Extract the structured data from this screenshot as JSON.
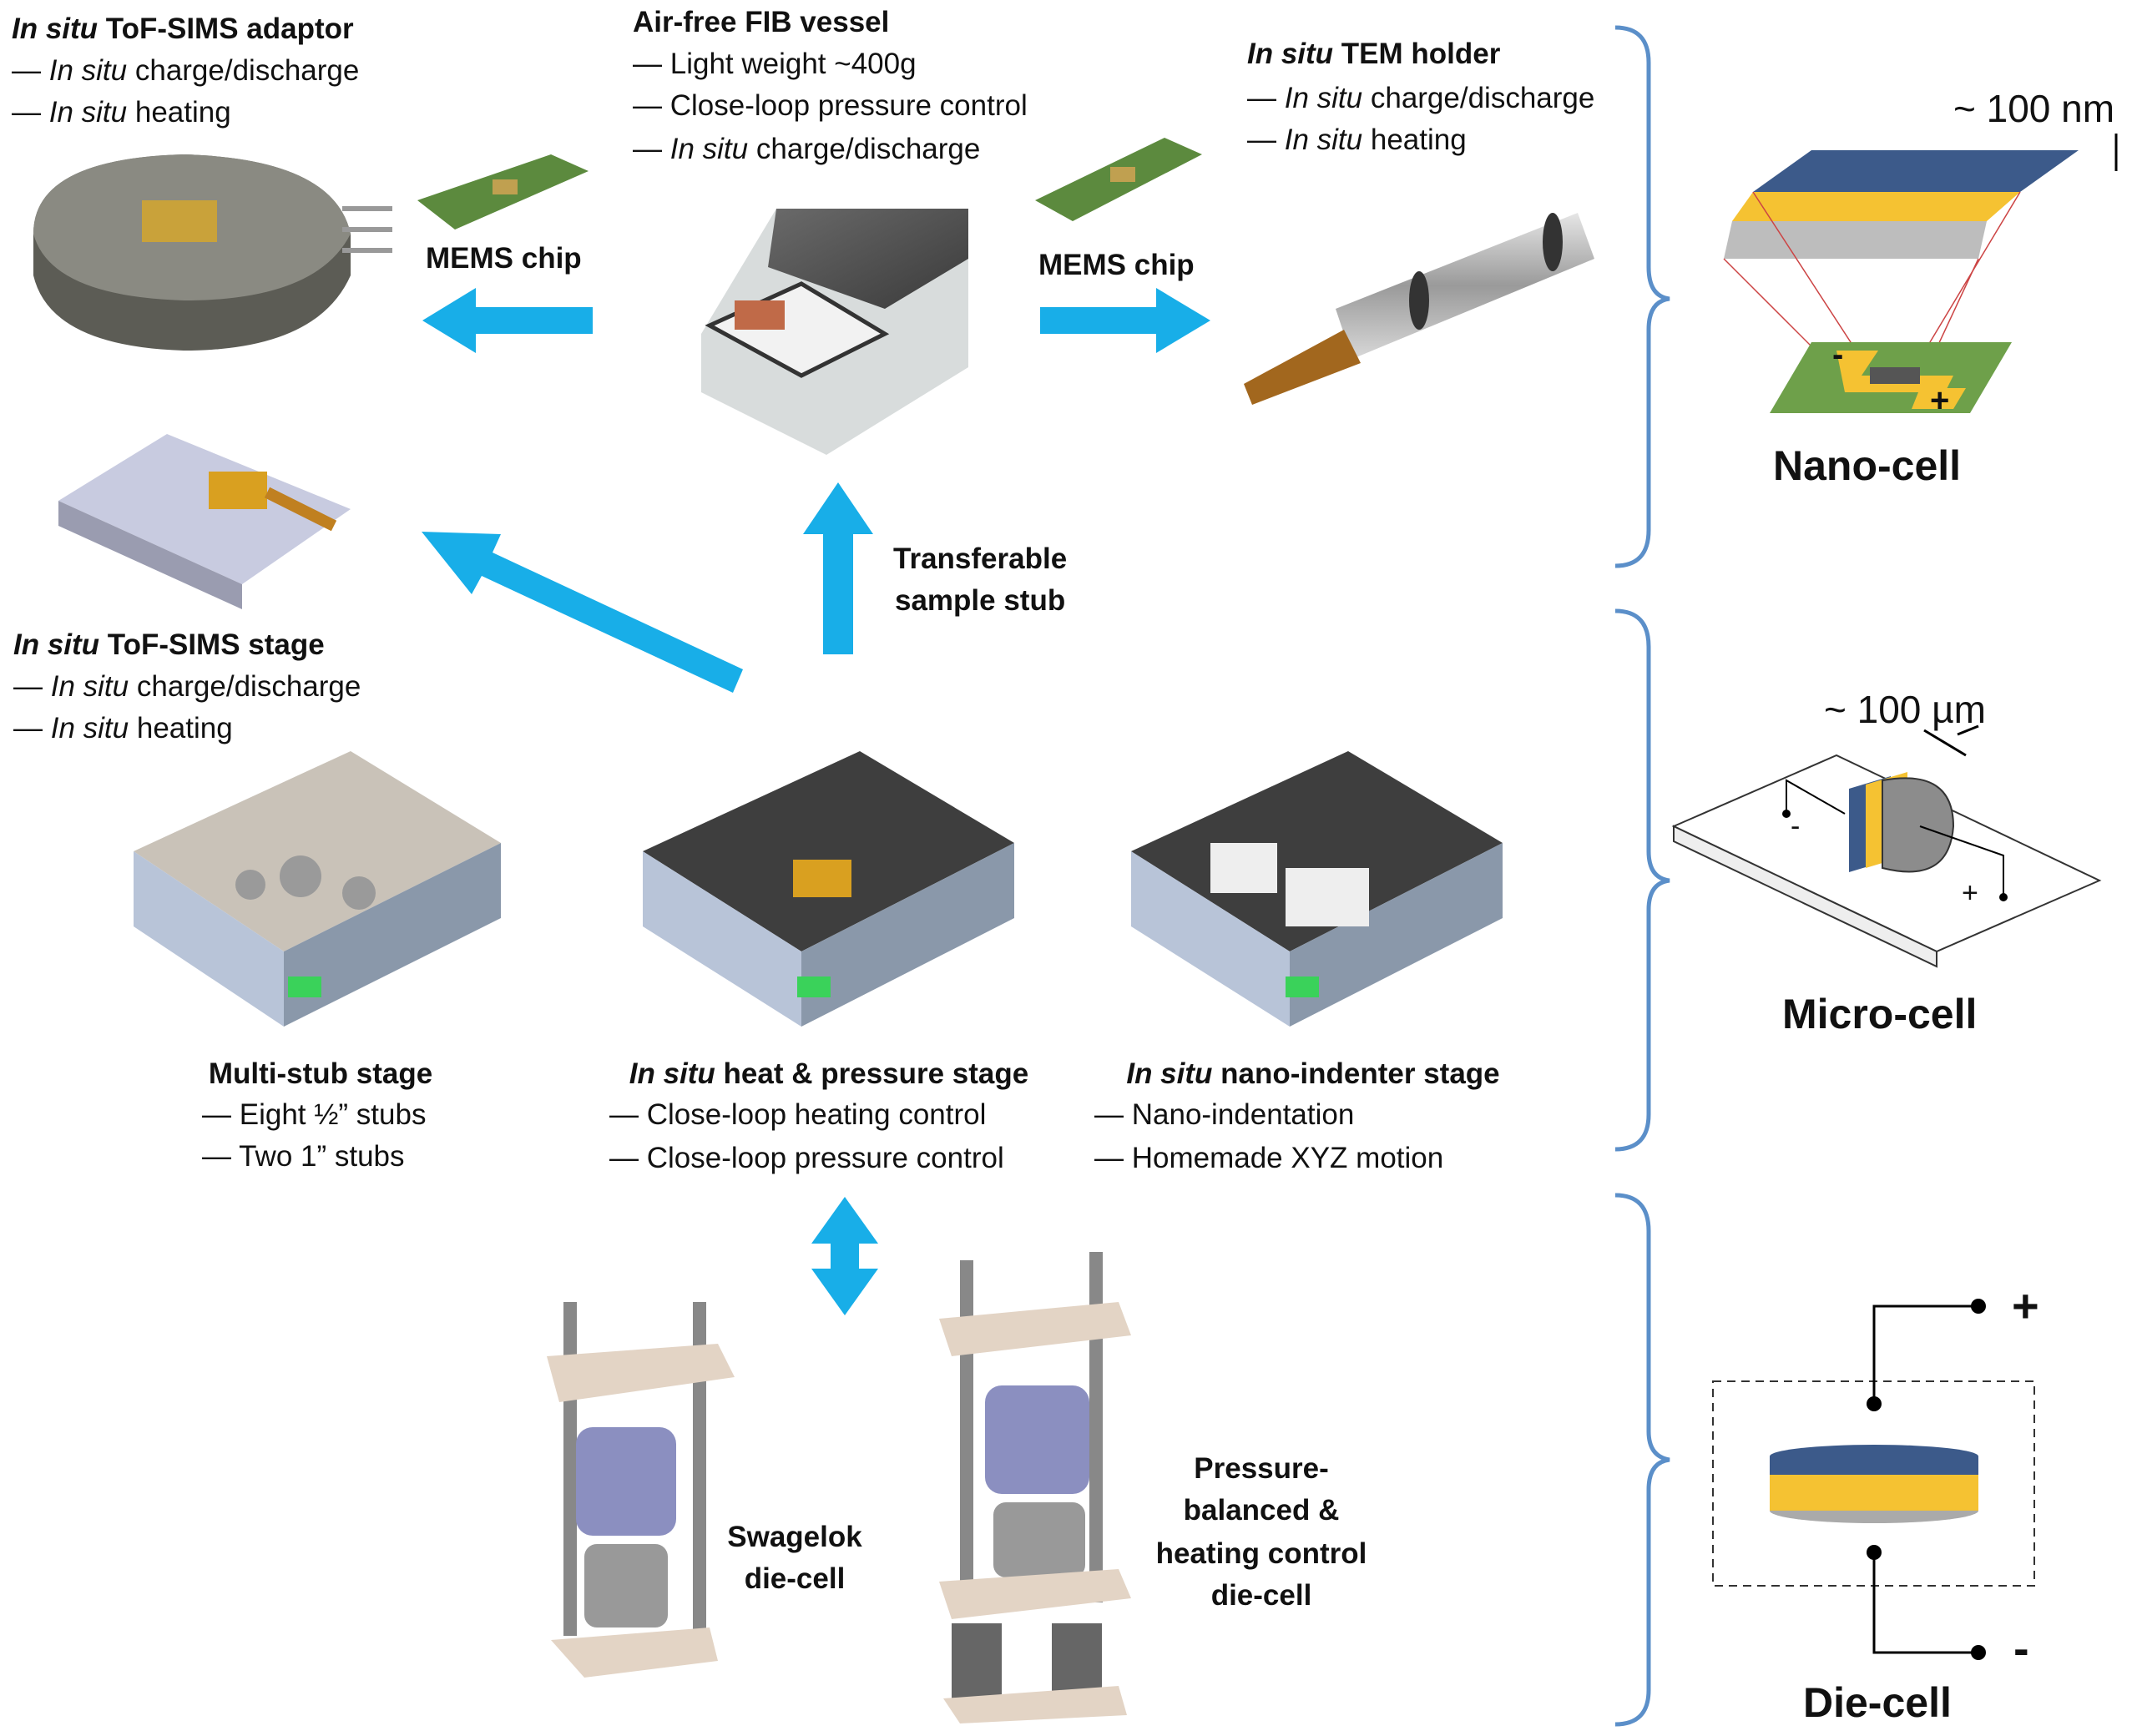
{
  "colors": {
    "arrow": "#18aee8",
    "bracket": "#5b8fc9",
    "layer_blue": "#3c5a8a",
    "layer_yellow": "#f5c232",
    "layer_gray": "#bdbdbd",
    "chip_green": "#6ea04a"
  },
  "top": {
    "adaptor": {
      "title_italic": "In situ",
      "title_rest": " ToF-SIMS adaptor",
      "lines": [
        {
          "italic": "In situ",
          "rest": " charge/discharge"
        },
        {
          "italic": "In situ",
          "rest": " heating"
        }
      ]
    },
    "fib": {
      "title": "Air-free FIB vessel",
      "lines": [
        "Light weight ~400g",
        "Close-loop pressure control"
      ],
      "line3_italic": "In situ",
      "line3_rest": " charge/discharge"
    },
    "tem": {
      "title_italic": "In situ",
      "title_rest": " TEM holder",
      "lines": [
        {
          "italic": "In situ",
          "rest": " charge/discharge"
        },
        {
          "italic": "In situ",
          "rest": " heating"
        }
      ]
    },
    "mems_left": "MEMS chip",
    "mems_right": "MEMS chip",
    "transfer": [
      "Transferable",
      "sample stub"
    ],
    "tofsims_stage": {
      "title_italic": "In situ",
      "title_rest": " ToF-SIMS stage",
      "lines": [
        {
          "italic": "In situ",
          "rest": " charge/discharge"
        },
        {
          "italic": "In situ",
          "rest": " heating"
        }
      ]
    }
  },
  "stages": {
    "multi": {
      "title": "Multi-stub stage",
      "lines": [
        "Eight ½” stubs",
        "Two 1” stubs"
      ]
    },
    "heat": {
      "title_italic": "In situ",
      "title_rest": " heat & pressure stage",
      "lines": [
        "Close-loop heating control",
        "Close-loop pressure control"
      ]
    },
    "nano": {
      "title_italic": "In situ",
      "title_rest": " nano-indenter stage",
      "lines": [
        "Nano-indentation",
        "Homemade XYZ motion"
      ]
    }
  },
  "diecells": {
    "swagelok": [
      "Swagelok",
      "die-cell"
    ],
    "pressure": [
      "Pressure-",
      "balanced &",
      "heating control",
      "die-cell"
    ]
  },
  "scales": {
    "nano": {
      "size": "~ 100 nm",
      "label": "Nano-cell",
      "minus": "-",
      "plus": "+"
    },
    "micro": {
      "size": "~ 100 µm",
      "label": "Micro-cell",
      "minus": "-",
      "plus": "+"
    },
    "die": {
      "label": "Die-cell",
      "plus": "+",
      "minus": "-"
    }
  },
  "dash": "— "
}
